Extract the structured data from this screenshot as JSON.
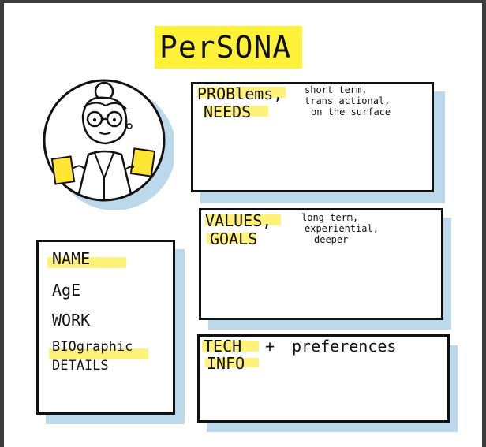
{
  "title": "PerSONA",
  "avatar": {
    "icon": "persona-portrait-illustration"
  },
  "problems": {
    "label_line1": "PROBlems,",
    "label_line2": "NEEDS",
    "note_line1": "short term,",
    "note_line2": "trans actional,",
    "note_line3": "on the surface"
  },
  "values": {
    "label_line1": "VALUES,",
    "label_line2": "GOALS",
    "note_line1": "long term,",
    "note_line2": "experiential,",
    "note_line3": "deeper"
  },
  "tech": {
    "label_line1": "TECH",
    "plus": "+",
    "preferences": "preferences",
    "label_line2": "INFO"
  },
  "bio_fields": [
    "NAME",
    "AgE",
    "WORK",
    "BIOgraphic",
    "DETAILS"
  ]
}
